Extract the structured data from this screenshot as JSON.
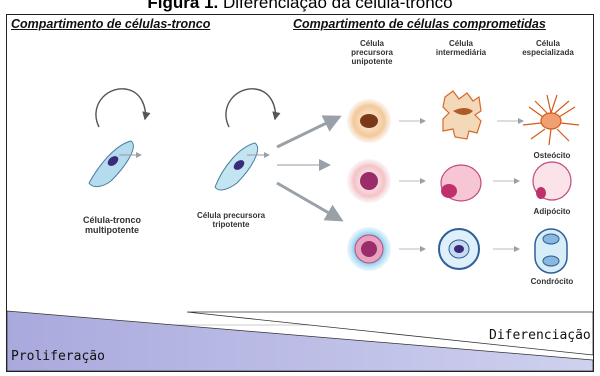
{
  "title": {
    "prefix": "Figura 1.",
    "text": " Diferenciação da célula-tronco"
  },
  "headers": {
    "stem": "Compartimento de células-tronco",
    "committed": "Compartimento de células comprometidas"
  },
  "columns": {
    "precursor": "Célula precursora unipotente",
    "intermediate": "Célula intermediária",
    "specialized": "Célula especializada"
  },
  "cells": {
    "stem": "Célula-tronco multipotente",
    "tripotent": "Célula precursora tripotente",
    "osteocyte": "Osteócito",
    "adipocyte": "Adipócito",
    "chondrocyte": "Condrócito"
  },
  "gradient": {
    "differentiation": "Diferenciação",
    "proliferation": "Proliferação"
  },
  "colors": {
    "purple_band": "#a9a9dd",
    "nucleus": "#5c1f6e",
    "arrow": "#9aa0a8"
  }
}
